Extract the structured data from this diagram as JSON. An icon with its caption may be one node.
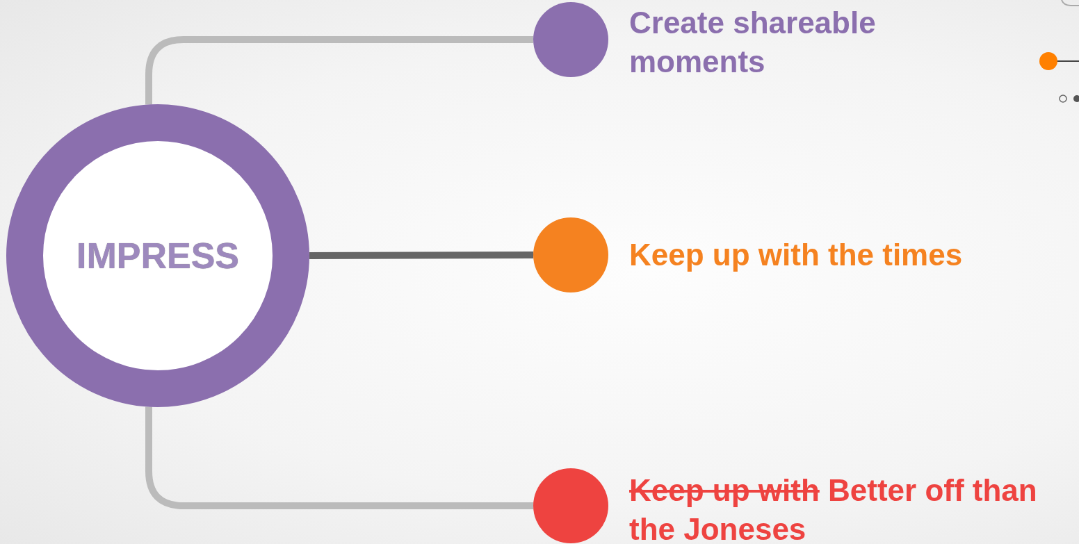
{
  "diagram": {
    "nodes": [
      {
        "text": [
          "IMPRESS"
        ]
      },
      {
        "text": [],
        "shape": "circle",
        "beside": [
          "Create shareable moments"
        ]
      },
      {
        "text": [],
        "shape": "circle",
        "beside": [
          "Keep up with the times"
        ]
      },
      {
        "text": [],
        "shape": "circle",
        "beside": [
          "Keep up with",
          "Better off than the Joneses"
        ]
      }
    ],
    "edges": [
      {
        "from": 0,
        "to": 1,
        "arrow": "none"
      },
      {
        "from": 0,
        "to": 2,
        "arrow": "none",
        "color": "#666666"
      },
      {
        "from": 0,
        "to": 3,
        "arrow": "none"
      }
    ]
  }
}
